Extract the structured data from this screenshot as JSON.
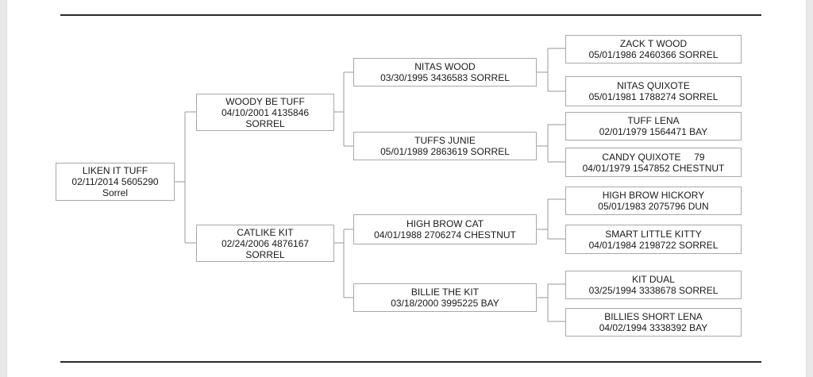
{
  "pedigree": {
    "subject": {
      "name": "LIKEN IT TUFF",
      "lines": [
        "02/11/2014 5605290",
        "Sorrel"
      ]
    },
    "sire": {
      "name": "WOODY BE TUFF",
      "lines": [
        "04/10/2001 4135846",
        "SORREL"
      ]
    },
    "dam": {
      "name": "CATLIKE KIT",
      "lines": [
        "02/24/2006 4876167",
        "SORREL"
      ]
    },
    "ss": {
      "name": "NITAS WOOD",
      "lines": [
        "03/30/1995 3436583 SORREL"
      ]
    },
    "sd": {
      "name": "TUFFS JUNIE",
      "lines": [
        "05/01/1989 2863619 SORREL"
      ]
    },
    "ds": {
      "name": "HIGH BROW CAT",
      "lines": [
        "04/01/1988 2706274 CHESTNUT"
      ]
    },
    "dd": {
      "name": "BILLIE THE KIT",
      "lines": [
        "03/18/2000 3995225 BAY"
      ]
    },
    "sss": {
      "name": "ZACK T WOOD",
      "lines": [
        "05/01/1986 2460366 SORREL"
      ]
    },
    "ssd": {
      "name": "NITAS QUIXOTE",
      "lines": [
        "05/01/1981 1788274 SORREL"
      ]
    },
    "sds": {
      "name": "TUFF LENA",
      "lines": [
        "02/01/1979 1564471 BAY"
      ]
    },
    "sdd": {
      "name": "CANDY QUIXOTE     79",
      "lines": [
        "04/01/1979 1547852 CHESTNUT"
      ]
    },
    "dss": {
      "name": "HIGH BROW HICKORY",
      "lines": [
        "05/01/1983 2075796 DUN"
      ]
    },
    "dsd": {
      "name": "SMART LITTLE KITTY",
      "lines": [
        "04/01/1984 2198722 SORREL"
      ]
    },
    "dds": {
      "name": "KIT DUAL",
      "lines": [
        "03/25/1994 3338678 SORREL"
      ]
    },
    "ddd": {
      "name": "BILLIES SHORT LENA",
      "lines": [
        "04/02/1994 3338392 BAY"
      ]
    }
  }
}
